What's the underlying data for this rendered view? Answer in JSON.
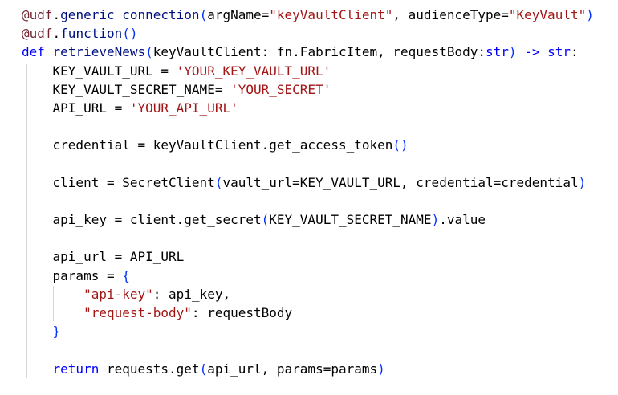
{
  "editor": {
    "background": "#ffffff",
    "palette": {
      "default": "#000000",
      "keyword": "#0000ff",
      "string": "#a31515",
      "name": "#001080",
      "decorator": "#6f2130",
      "bracket": "#0431fa",
      "indent_guide": "#d6d6d6"
    },
    "lines": [
      {
        "segments": [
          {
            "t": "@udf",
            "s": "decorator"
          },
          {
            "t": ".",
            "s": "default"
          },
          {
            "t": "generic_connection",
            "s": "name"
          },
          {
            "t": "(",
            "s": "bracket"
          },
          {
            "t": "argName=",
            "s": "default"
          },
          {
            "t": "\"keyVaultClient\"",
            "s": "string"
          },
          {
            "t": ", audienceType=",
            "s": "default"
          },
          {
            "t": "\"KeyVault\"",
            "s": "string"
          },
          {
            "t": ")",
            "s": "bracket"
          }
        ]
      },
      {
        "segments": [
          {
            "t": "@udf",
            "s": "decorator"
          },
          {
            "t": ".",
            "s": "default"
          },
          {
            "t": "function",
            "s": "name"
          },
          {
            "t": "()",
            "s": "bracket"
          }
        ]
      },
      {
        "segments": [
          {
            "t": "def",
            "s": "keyword"
          },
          {
            "t": " ",
            "s": "default"
          },
          {
            "t": "retrieveNews",
            "s": "name"
          },
          {
            "t": "(",
            "s": "bracket"
          },
          {
            "t": "keyVaultClient: fn.FabricItem, requestBody:",
            "s": "default"
          },
          {
            "t": "str",
            "s": "keyword"
          },
          {
            "t": ")",
            "s": "bracket"
          },
          {
            "t": " ",
            "s": "default"
          },
          {
            "t": "->",
            "s": "keyword"
          },
          {
            "t": " ",
            "s": "default"
          },
          {
            "t": "str",
            "s": "keyword"
          },
          {
            "t": ":",
            "s": "default"
          }
        ]
      },
      {
        "segments": [
          {
            "t": "    KEY_VAULT_URL = ",
            "s": "default"
          },
          {
            "t": "'YOUR_KEY_VAULT_URL'",
            "s": "string"
          }
        ]
      },
      {
        "segments": [
          {
            "t": "    KEY_VAULT_SECRET_NAME= ",
            "s": "default"
          },
          {
            "t": "'YOUR_SECRET'",
            "s": "string"
          }
        ]
      },
      {
        "segments": [
          {
            "t": "    API_URL = ",
            "s": "default"
          },
          {
            "t": "'YOUR_API_URL'",
            "s": "string"
          }
        ]
      },
      {
        "segments": []
      },
      {
        "segments": [
          {
            "t": "    credential = keyVaultClient.get_access_token",
            "s": "default"
          },
          {
            "t": "()",
            "s": "bracket"
          }
        ]
      },
      {
        "segments": []
      },
      {
        "segments": [
          {
            "t": "    client = SecretClient",
            "s": "default"
          },
          {
            "t": "(",
            "s": "bracket"
          },
          {
            "t": "vault_url=KEY_VAULT_URL, credential=credential",
            "s": "default"
          },
          {
            "t": ")",
            "s": "bracket"
          }
        ]
      },
      {
        "segments": []
      },
      {
        "segments": [
          {
            "t": "    api_key = client.get_secret",
            "s": "default"
          },
          {
            "t": "(",
            "s": "bracket"
          },
          {
            "t": "KEY_VAULT_SECRET_NAME",
            "s": "default"
          },
          {
            "t": ")",
            "s": "bracket"
          },
          {
            "t": ".value",
            "s": "default"
          }
        ]
      },
      {
        "segments": []
      },
      {
        "segments": [
          {
            "t": "    api_url = API_URL",
            "s": "default"
          }
        ]
      },
      {
        "segments": [
          {
            "t": "    params = ",
            "s": "default"
          },
          {
            "t": "{",
            "s": "bracket"
          }
        ]
      },
      {
        "segments": [
          {
            "t": "        ",
            "s": "default"
          },
          {
            "t": "\"api-key\"",
            "s": "string"
          },
          {
            "t": ": api_key,",
            "s": "default"
          }
        ]
      },
      {
        "segments": [
          {
            "t": "        ",
            "s": "default"
          },
          {
            "t": "\"request-body\"",
            "s": "string"
          },
          {
            "t": ": requestBody",
            "s": "default"
          }
        ]
      },
      {
        "segments": [
          {
            "t": "    ",
            "s": "default"
          },
          {
            "t": "}",
            "s": "bracket"
          }
        ]
      },
      {
        "segments": []
      },
      {
        "segments": [
          {
            "t": "    ",
            "s": "default"
          },
          {
            "t": "return",
            "s": "keyword"
          },
          {
            "t": " requests.get",
            "s": "default"
          },
          {
            "t": "(",
            "s": "bracket"
          },
          {
            "t": "api_url, params=params",
            "s": "default"
          },
          {
            "t": ")",
            "s": "bracket"
          }
        ]
      }
    ]
  }
}
